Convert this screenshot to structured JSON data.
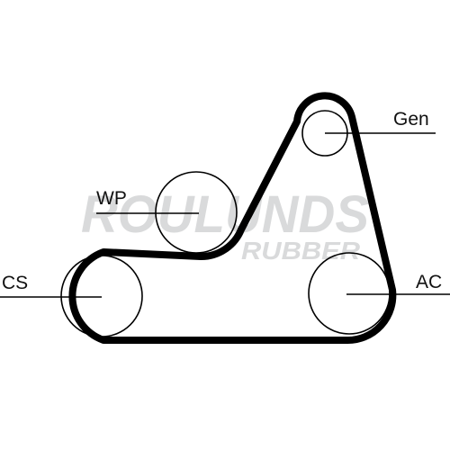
{
  "watermark": {
    "brand": "ROULUNDS",
    "sub": "RUBBER",
    "color": "#d9dadb"
  },
  "diagram": {
    "belt_color": "#000000",
    "pulleys": [
      {
        "id": "gen",
        "label": "Gen"
      },
      {
        "id": "wp",
        "label": "WP"
      },
      {
        "id": "cs",
        "label": "CS"
      },
      {
        "id": "ac",
        "label": "AC"
      }
    ]
  }
}
